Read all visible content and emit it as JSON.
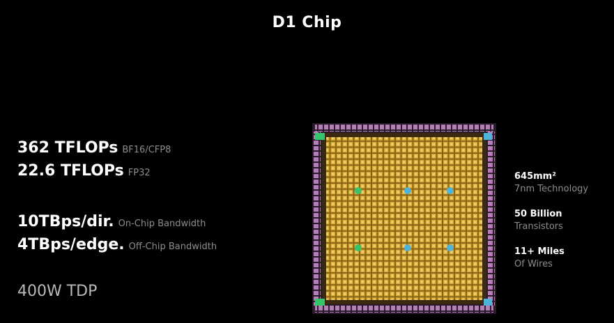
{
  "title": "D1 Chip",
  "specs": [
    {
      "main": "362 TFLOPs",
      "sub": "BF16/CFP8"
    },
    {
      "main": "22.6 TFLOPs",
      "sub": "FP32"
    },
    {
      "main": "10TBps/dir.",
      "sub": "On-Chip Bandwidth"
    },
    {
      "main": "4TBps/edge.",
      "sub": "Off-Chip Bandwidth"
    },
    {
      "main": "400W TDP",
      "sub": ""
    }
  ],
  "chip_stats": [
    {
      "line1": "645mm²",
      "line2": "7nm Technology"
    },
    {
      "line1": "50 Billion",
      "line2": "Transistors"
    },
    {
      "line1": "11+ Miles",
      "line2": "Of Wires"
    }
  ],
  "colors": {
    "background": "#000000",
    "text": "#ffffff",
    "muted": "#8d8d8d",
    "die_gold": "#c9a227",
    "die_border_pink": "#c98fc9",
    "accent_green": "#35c46a",
    "accent_blue": "#4fb3d9"
  }
}
